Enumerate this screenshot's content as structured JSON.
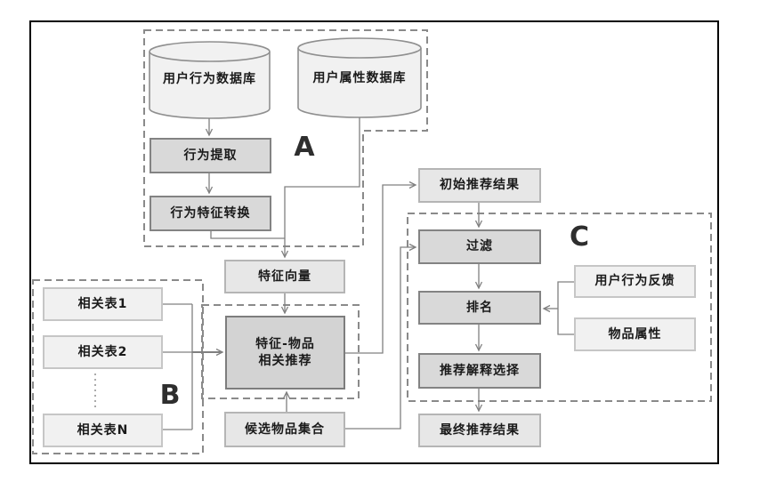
{
  "diagram": {
    "groups": {
      "a": "A",
      "b": "B",
      "c": "C"
    },
    "nodes": {
      "user_behavior_db": "用户行为数据库",
      "user_attribute_db": "用户属性数据库",
      "behavior_extraction": "行为提取",
      "behavior_feature_conversion": "行为特征转换",
      "feature_vector": "特征向量",
      "related_table_1": "相关表1",
      "related_table_2": "相关表2",
      "related_table_n": "相关表N",
      "feature_item_recommendation": "特征-物品\n相关推荐",
      "candidate_item_set": "候选物品集合",
      "initial_recommendation_result": "初始推荐结果",
      "filter": "过滤",
      "ranking": "排名",
      "user_behavior_feedback": "用户行为反馈",
      "item_attributes": "物品属性",
      "recommendation_explanation_selection": "推荐解释选择",
      "final_recommendation_result": "最终推荐结果"
    },
    "colors": {
      "process_box_fill": "#d9d9d9",
      "emphasis_box_fill": "#d3d3d3",
      "result_box_fill": "#e7e7e7",
      "input_box_fill": "#f1f1f1",
      "cylinder_fill": "#f1f1f1",
      "connector": "#808080",
      "group_outline": "#8a8a8a",
      "frame": "#000000"
    }
  }
}
